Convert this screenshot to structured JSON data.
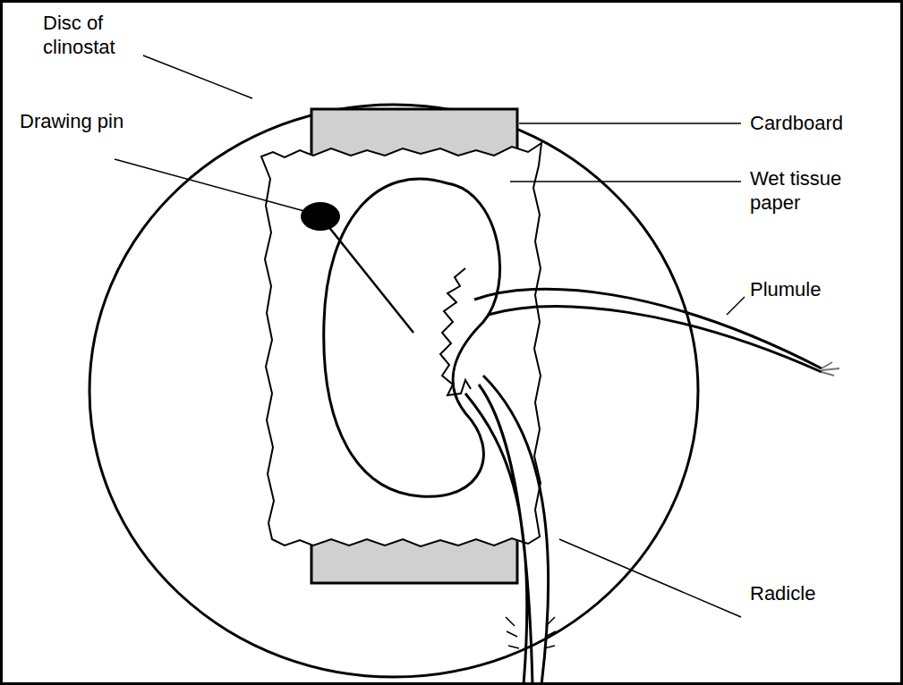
{
  "diagram": {
    "labels": [
      "Disc of clinostat",
      "Drawing pin",
      "Cardboard",
      "Wet tissue paper",
      "Plumule",
      "Radicle"
    ]
  }
}
